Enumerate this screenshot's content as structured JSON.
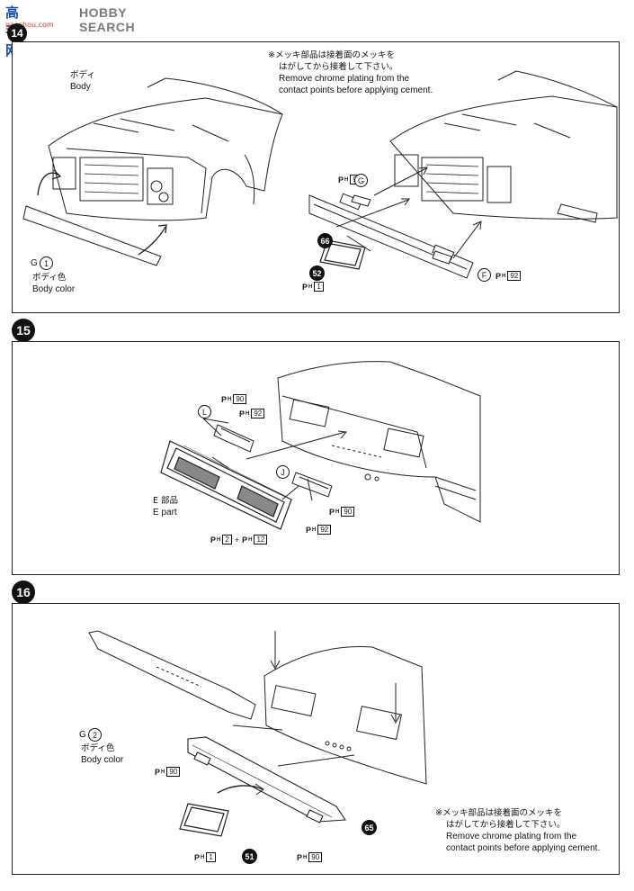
{
  "watermark": {
    "logo": "高手网",
    "text": "HOBBY SEARCH",
    "url": "gaoshou.com"
  },
  "step14": {
    "number": "14",
    "body_label_jp": "ボディ",
    "body_label_en": "Body",
    "g1_letter": "G",
    "g1_num": "1",
    "g1_jp": "ボディ色",
    "g1_en": "Body color",
    "note_jp_1": "※メッキ部品は接着面のメッキを",
    "note_jp_2": "はがしてから接着して下さい。",
    "note_en_1": "Remove chrome plating from the",
    "note_en_2": "contact points before applying cement.",
    "pg_letter": "G",
    "pg_code": "92",
    "part66": "66",
    "part52": "52",
    "p1_code": "1",
    "pf_letter": "F",
    "pf_code": "92"
  },
  "step15": {
    "number": "15",
    "l_letter": "L",
    "l_code1": "90",
    "l_code2": "92",
    "e_jp": "E 部品",
    "e_en": "E part",
    "e_code1": "2",
    "e_code2": "12",
    "j_letter": "J",
    "j_code1": "90",
    "j_code2": "92"
  },
  "step16": {
    "number": "16",
    "g2_letter": "G",
    "g2_num": "2",
    "g2_jp": "ボディ色",
    "g2_en": "Body color",
    "p90a": "90",
    "p1": "1",
    "part51": "51",
    "p90b": "90",
    "part65": "65",
    "note_jp_1": "※メッキ部品は接着面のメッキを",
    "note_jp_2": "はがしてから接着して下さい。",
    "note_en_1": "Remove chrome plating from the",
    "note_en_2": "contact points before applying cement."
  },
  "paint_prefix": "P",
  "paint_sub": "H"
}
